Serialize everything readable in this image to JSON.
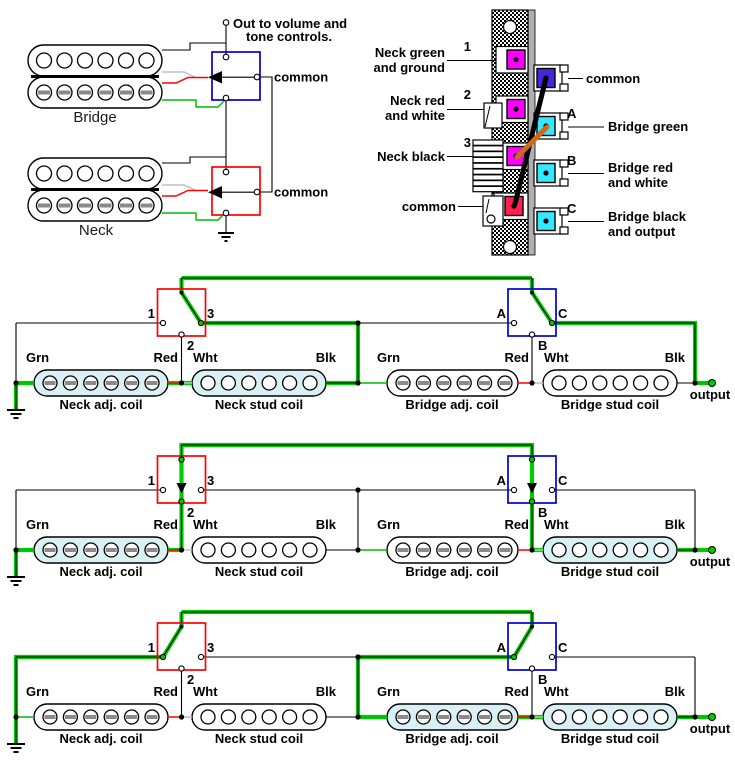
{
  "colors": {
    "signal_green": "#00CC00",
    "coil_highlight": "#D9F1F4",
    "switch_red": "#FF0000",
    "switch_blue": "#0000CC",
    "terminal_magenta": "#FF00FF",
    "terminal_red": "#FF2050",
    "terminal_blue": "#4527D8",
    "terminal_cyan": "#33E8FF",
    "jumper_orange": "#C96A1F",
    "wire_white": "#BFBFBF",
    "wire_red": "#FF0000"
  },
  "top_left": {
    "out_line1": "Out to volume and",
    "out_line2": "tone controls.",
    "bridge_label": "Bridge",
    "neck_label": "Neck",
    "bridge_switch_common": "common",
    "neck_switch_common": "common"
  },
  "switch_view": {
    "left_terminals": [
      {
        "num": "1",
        "label1": "Neck green",
        "label2": "and ground"
      },
      {
        "num": "2",
        "label1": "Neck red",
        "label2": "and white"
      },
      {
        "num": "3",
        "label1": "Neck black",
        "label2": ""
      },
      {
        "num": "",
        "label1": "common",
        "label2": ""
      }
    ],
    "right_terminals": [
      {
        "letter": "",
        "label1": "common",
        "label2": ""
      },
      {
        "letter": "A",
        "label1": "Bridge green",
        "label2": ""
      },
      {
        "letter": "B",
        "label1": "Bridge red",
        "label2": "and white"
      },
      {
        "letter": "C",
        "label1": "Bridge black",
        "label2": "and output"
      }
    ]
  },
  "row_labels": {
    "t1": "1",
    "t2": "2",
    "t3": "3",
    "ta": "A",
    "tb": "B",
    "tc": "C",
    "grn": "Grn",
    "red": "Red",
    "wht": "Wht",
    "blk": "Blk",
    "neck_adj": "Neck adj. coil",
    "neck_stud": "Neck stud coil",
    "bridge_adj": "Bridge adj. coil",
    "bridge_stud": "Bridge stud coil",
    "output": "output"
  },
  "positions": [
    {
      "row": 1,
      "neck_switch_contact": "3",
      "bridge_switch_contact": "C",
      "active_coils": [
        "Neck adj. coil",
        "Neck stud coil"
      ]
    },
    {
      "row": 2,
      "neck_switch_contact": "2",
      "bridge_switch_contact": "B",
      "active_coils": [
        "Neck adj. coil",
        "Bridge stud coil"
      ]
    },
    {
      "row": 3,
      "neck_switch_contact": "1",
      "bridge_switch_contact": "A",
      "active_coils": [
        "Bridge adj. coil",
        "Bridge stud coil"
      ]
    }
  ]
}
